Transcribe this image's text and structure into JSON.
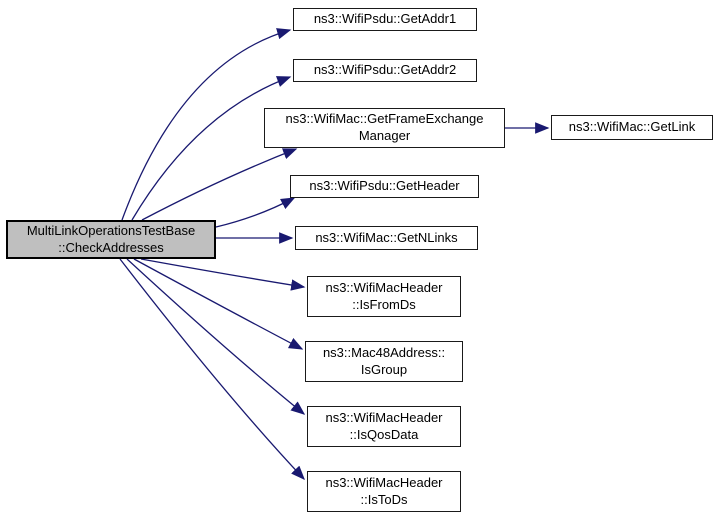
{
  "diagram": {
    "type": "call-graph",
    "colors": {
      "background": "#ffffff",
      "edge": "#191970",
      "node_border": "#1a1a1a",
      "node_fill": "#ffffff",
      "highlight_fill": "#bfbfbf"
    },
    "nodes": {
      "main": {
        "line1": "MultiLinkOperationsTestBase",
        "line2": "::CheckAddresses"
      },
      "getaddr1": {
        "line1": "ns3::WifiPsdu::GetAddr1",
        "line2": ""
      },
      "getaddr2": {
        "line1": "ns3::WifiPsdu::GetAddr2",
        "line2": ""
      },
      "getfem": {
        "line1": "ns3::WifiMac::GetFrameExchange",
        "line2": "Manager"
      },
      "getlink": {
        "line1": "ns3::WifiMac::GetLink",
        "line2": ""
      },
      "getheader": {
        "line1": "ns3::WifiPsdu::GetHeader",
        "line2": ""
      },
      "getnlinks": {
        "line1": "ns3::WifiMac::GetNLinks",
        "line2": ""
      },
      "isfromds": {
        "line1": "ns3::WifiMacHeader",
        "line2": "::IsFromDs"
      },
      "isgroup": {
        "line1": "ns3::Mac48Address::",
        "line2": "IsGroup"
      },
      "isqosdata": {
        "line1": "ns3::WifiMacHeader",
        "line2": "::IsQosData"
      },
      "istods": {
        "line1": "ns3::WifiMacHeader",
        "line2": "::IsToDs"
      }
    },
    "edges": [
      {
        "from": "main",
        "to": "getaddr1"
      },
      {
        "from": "main",
        "to": "getaddr2"
      },
      {
        "from": "main",
        "to": "getfem"
      },
      {
        "from": "main",
        "to": "getheader"
      },
      {
        "from": "main",
        "to": "getnlinks"
      },
      {
        "from": "main",
        "to": "isfromds"
      },
      {
        "from": "main",
        "to": "isgroup"
      },
      {
        "from": "main",
        "to": "isqosdata"
      },
      {
        "from": "main",
        "to": "istods"
      },
      {
        "from": "getfem",
        "to": "getlink"
      }
    ]
  }
}
